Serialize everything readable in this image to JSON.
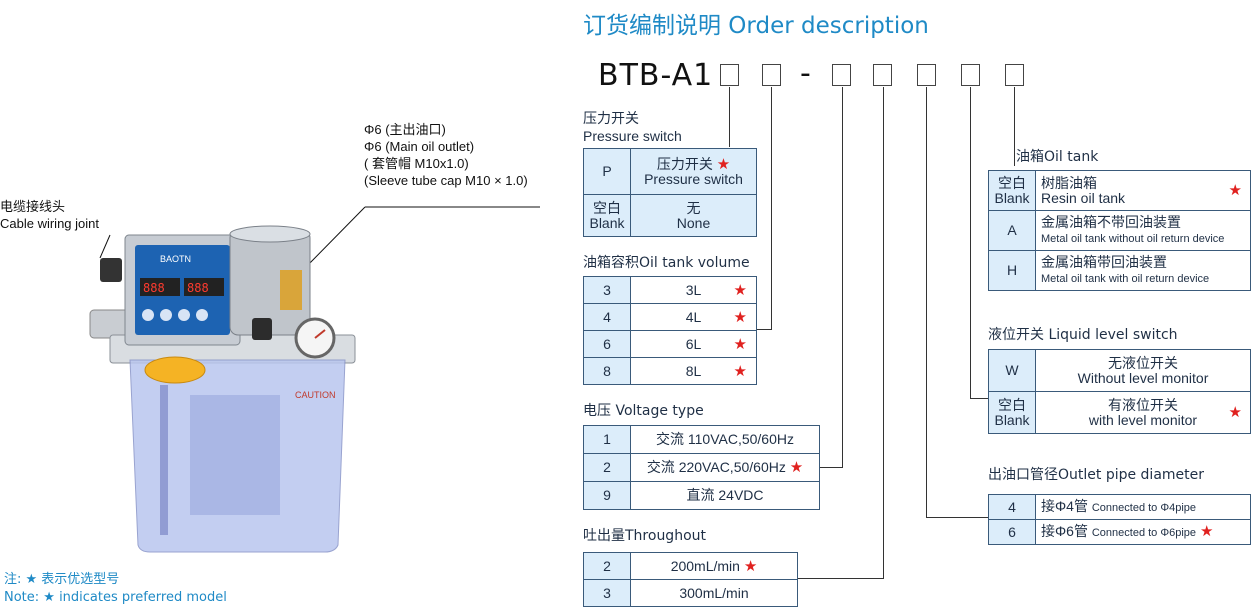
{
  "title": "订货编制说明 Order description",
  "model_prefix": "BTB-A1",
  "model_sep": "-",
  "callouts": {
    "outlet_l1": "Φ6 (主出油口)",
    "outlet_l2": "Φ6 (Main oil outlet)",
    "outlet_l3": "( 套管帽 M10x1.0)",
    "outlet_l4": "(Sleeve tube cap M10 × 1.0)",
    "cable_l1": "电缆接线头",
    "cable_l2": "Cable wiring joint"
  },
  "note": {
    "zh": "注: ★ 表示优选型号",
    "en": "Note: ★ indicates preferred model"
  },
  "star": "★",
  "pressure": {
    "title_zh": "压力开关",
    "title_en": "Pressure switch",
    "rows": [
      {
        "code": "P",
        "zh": "压力开关",
        "en": "Pressure switch",
        "star": true
      },
      {
        "code_zh": "空白",
        "code_en": "Blank",
        "zh": "无",
        "en": "None",
        "star": false
      }
    ]
  },
  "volume": {
    "title": "油箱容积Oil tank volume",
    "rows": [
      {
        "code": "3",
        "value": "3L"
      },
      {
        "code": "4",
        "value": "4L"
      },
      {
        "code": "6",
        "value": "6L"
      },
      {
        "code": "8",
        "value": "8L"
      }
    ]
  },
  "voltage": {
    "title": "电压 Voltage type",
    "rows": [
      {
        "code": "1",
        "value": "交流 110VAC,50/60Hz",
        "star": false
      },
      {
        "code": "2",
        "value": "交流 220VAC,50/60Hz",
        "star": true
      },
      {
        "code": "9",
        "value": "直流 24VDC",
        "star": false
      }
    ]
  },
  "throughput": {
    "title": "吐出量Throughout",
    "rows": [
      {
        "code": "2",
        "value": "200mL/min",
        "star": true
      },
      {
        "code": "3",
        "value": "300mL/min",
        "star": false
      }
    ]
  },
  "tank": {
    "title": "油箱Oil tank",
    "rows": [
      {
        "code_zh": "空白",
        "code_en": "Blank",
        "zh": "树脂油箱",
        "en": "Resin oil tank",
        "star": true
      },
      {
        "code": "A",
        "zh": "金属油箱不带回油装置",
        "en": "Metal oil tank without oil return device",
        "star": false
      },
      {
        "code": "H",
        "zh": "金属油箱带回油装置",
        "en": "Metal oil tank with oil return device",
        "star": false
      }
    ]
  },
  "level": {
    "title": "液位开关 Liquid level switch",
    "rows": [
      {
        "code": "W",
        "zh": "无液位开关",
        "en": "Without level monitor",
        "star": false
      },
      {
        "code_zh": "空白",
        "code_en": "Blank",
        "zh": "有液位开关",
        "en": "with level monitor",
        "star": true
      }
    ]
  },
  "outlet": {
    "title": "出油口管径Outlet pipe diameter",
    "rows": [
      {
        "code": "4",
        "zh": "接Φ4管",
        "en": "Connected to Φ4pipe",
        "star": false
      },
      {
        "code": "6",
        "zh": "接Φ6管",
        "en": "Connected to Φ6pipe",
        "star": true
      }
    ]
  },
  "device": {
    "brand": "BAOTN",
    "display_left": "888",
    "display_right": "888",
    "tank_label": "CAUTION"
  },
  "colors": {
    "accent": "#1f8ac6",
    "cell": "#dcedfa",
    "star": "#e0211f"
  }
}
